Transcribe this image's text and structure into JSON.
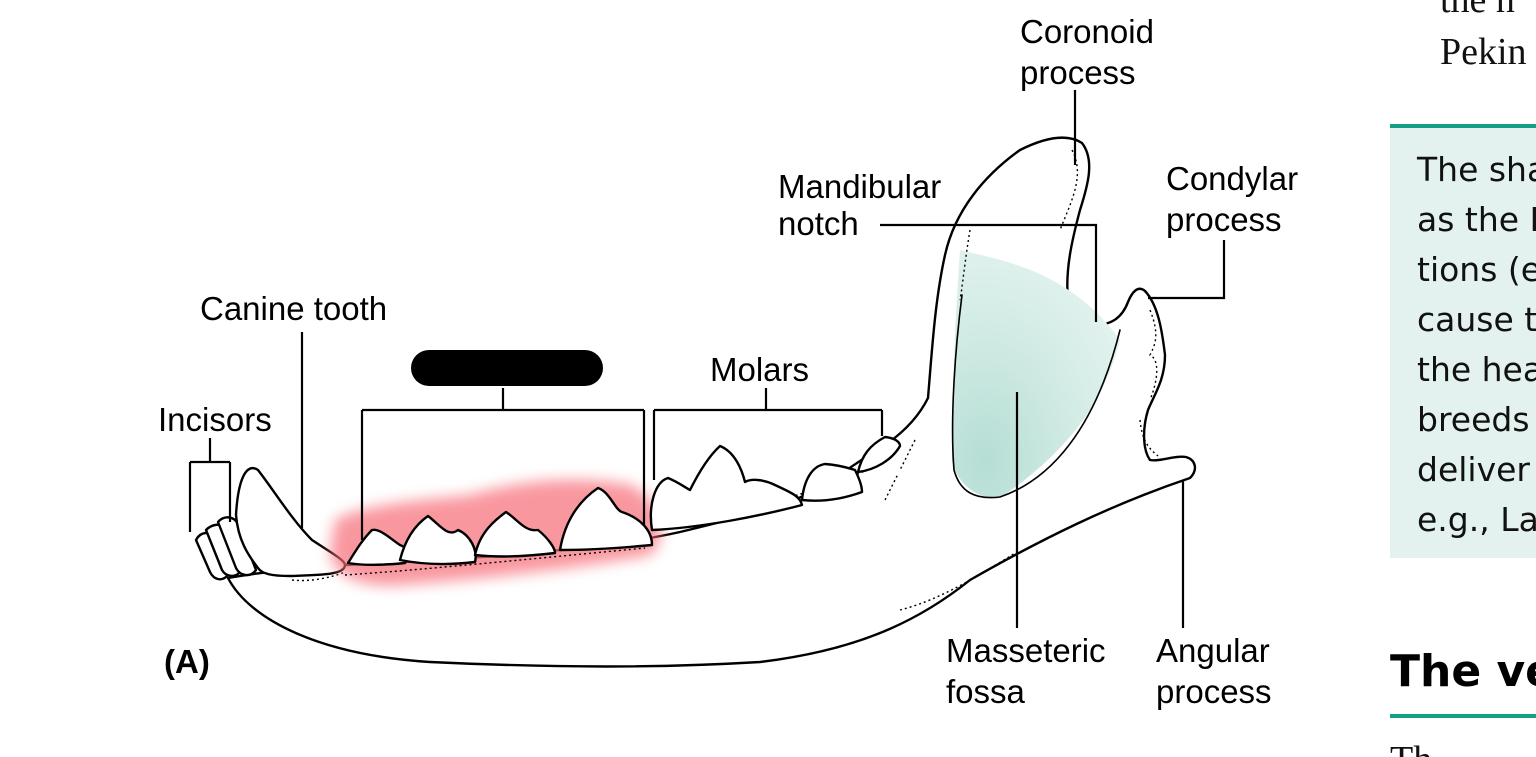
{
  "figure": {
    "panel_label": "(A)",
    "labels": {
      "coronoid_process_line1": "Coronoid",
      "coronoid_process_line2": "process",
      "mandibular_notch_line1": "Mandibular",
      "mandibular_notch_line2": "notch",
      "condylar_process_line1": "Condylar",
      "condylar_process_line2": "process",
      "canine_tooth": "Canine tooth",
      "incisors": "Incisors",
      "molars": "Molars",
      "masseteric_fossa_line1": "Masseteric",
      "masseteric_fossa_line2": "fossa",
      "angular_process_line1": "Angular",
      "angular_process_line2": "process"
    },
    "redacted_label": "",
    "colors": {
      "bone_fill": "#e2f2ee",
      "fossa_shade": "#bfe3da",
      "highlight": "#f7707a",
      "redaction": "#000000"
    }
  },
  "right_column": {
    "top_lines": [
      "the n",
      "Pekin"
    ],
    "box_lines": [
      "The sha",
      "as the B",
      "tions (e",
      "cause t",
      "the hea",
      "breeds",
      "deliver",
      "e.g., La"
    ],
    "heading": "The ve",
    "bottom_line": "Th",
    "colors": {
      "accent": "#15a085",
      "box_bg": "#e3f2ee"
    }
  }
}
